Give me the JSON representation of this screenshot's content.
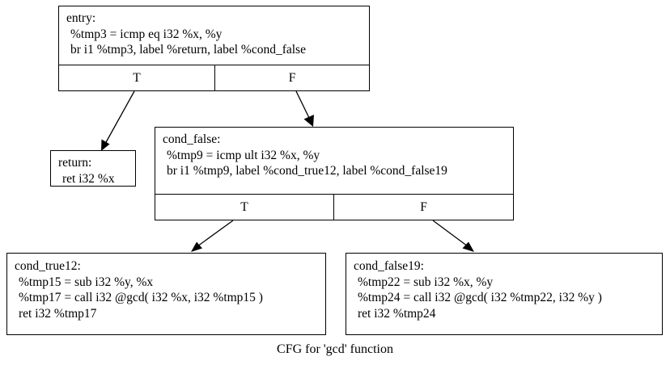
{
  "diagram": {
    "caption": "CFG for 'gcd' function",
    "colors": {
      "background": "#ffffff",
      "node_fill": "#ffffff",
      "node_border": "#000000",
      "edge": "#000000",
      "text": "#000000"
    }
  },
  "nodes": {
    "entry": {
      "id": "entry",
      "label": "entry:",
      "lines": [
        "entry:",
        "%tmp3 = icmp eq i32 %x, %y",
        "br i1 %tmp3, label %return, label %cond_false"
      ],
      "ports": {
        "true_label": "T",
        "false_label": "F"
      }
    },
    "return": {
      "id": "return",
      "label": "return:",
      "lines": [
        "return:",
        "ret i32 %x"
      ]
    },
    "cond_false": {
      "id": "cond_false",
      "label": "cond_false:",
      "lines": [
        "cond_false:",
        "%tmp9 = icmp ult i32 %x, %y",
        "br i1 %tmp9, label %cond_true12, label %cond_false19"
      ],
      "ports": {
        "true_label": "T",
        "false_label": "F"
      }
    },
    "cond_true12": {
      "id": "cond_true12",
      "label": "cond_true12:",
      "lines": [
        "cond_true12:",
        "%tmp15 = sub i32 %y, %x",
        "%tmp17 = call i32 @gcd( i32 %x, i32 %tmp15 )",
        "ret i32 %tmp17"
      ]
    },
    "cond_false19": {
      "id": "cond_false19",
      "label": "cond_false19:",
      "lines": [
        "cond_false19:",
        "%tmp22 = sub i32 %x, %y",
        "%tmp24 = call i32 @gcd( i32 %tmp22, i32 %y )",
        "ret i32 %tmp24"
      ]
    }
  },
  "edges": [
    {
      "from": "entry",
      "from_port": "T",
      "to": "return",
      "name": "edge-entry-true-to-return"
    },
    {
      "from": "entry",
      "from_port": "F",
      "to": "cond_false",
      "name": "edge-entry-false-to-cond-false"
    },
    {
      "from": "cond_false",
      "from_port": "T",
      "to": "cond_true12",
      "name": "edge-cond-false-true-to-cond-true12"
    },
    {
      "from": "cond_false",
      "from_port": "F",
      "to": "cond_false19",
      "name": "edge-cond-false-false-to-cond-false19"
    }
  ]
}
